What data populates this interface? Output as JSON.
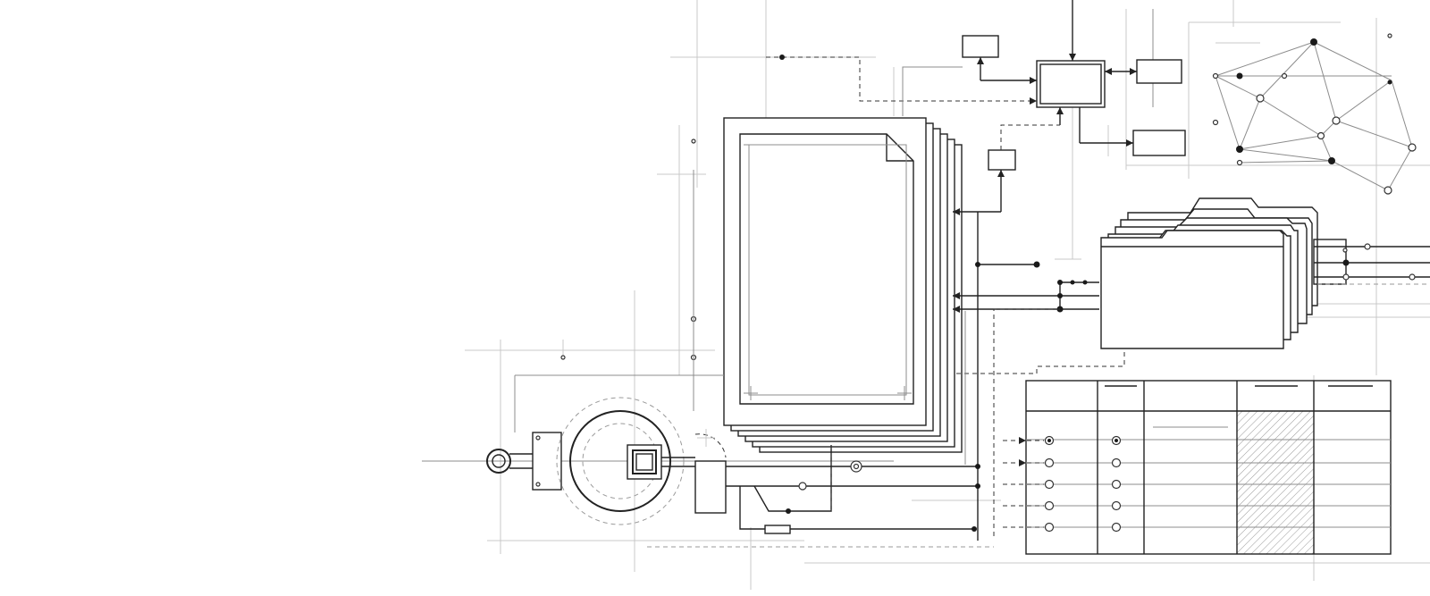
{
  "colors": {
    "background": "#ffffff",
    "ink": "#222222",
    "grid": "#c8c8c8",
    "mid": "#8c8c8c"
  },
  "diagram": {
    "elements": [
      "document-stack",
      "folder-stack",
      "table-grid",
      "network-graph",
      "process-boxes",
      "mechanical-gear",
      "connector-lines"
    ],
    "table": {
      "columns": 5,
      "rows": 6
    }
  }
}
